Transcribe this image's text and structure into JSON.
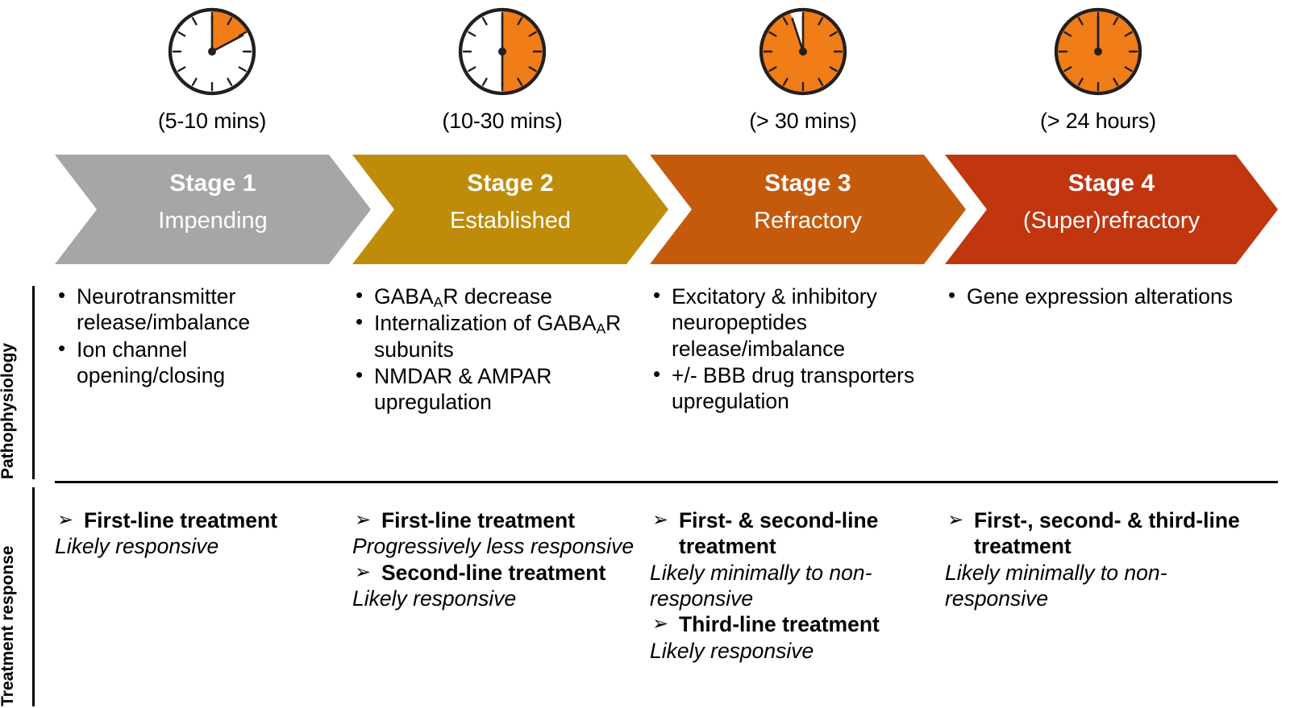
{
  "timeline": {
    "clocks": [
      {
        "icon": "clock-icon",
        "label": "(5-10 mins)",
        "fill_start_deg": 0,
        "fill_end_deg": 62,
        "hand_deg": 62,
        "fill_color": "#F07D18"
      },
      {
        "icon": "clock-icon",
        "label": "(10-30 mins)",
        "fill_start_deg": 0,
        "fill_end_deg": 180,
        "hand_deg": 180,
        "fill_color": "#F07D18"
      },
      {
        "icon": "clock-icon",
        "label": "(> 30 mins)",
        "fill_start_deg": 0,
        "fill_end_deg": 342,
        "hand_deg": 342,
        "fill_color": "#F07D18"
      },
      {
        "icon": "clock-icon",
        "label": "(> 24 hours)",
        "fill_start_deg": 0,
        "fill_end_deg": 360,
        "hand_deg": 360,
        "fill_color": "#F07D18"
      }
    ]
  },
  "stages": [
    {
      "title": "Stage 1",
      "subtitle": "Impending",
      "color": "#A6A6A6"
    },
    {
      "title": "Stage 2",
      "subtitle": "Established",
      "color": "#BF8C0A"
    },
    {
      "title": "Stage 3",
      "subtitle": "Refractory",
      "color": "#C55A0C"
    },
    {
      "title": "Stage 4",
      "subtitle": "(Super)refractory",
      "color": "#C1350F"
    }
  ],
  "row_labels": {
    "pathophysiology": "Pathophysiology",
    "treatment_response": "Treatment response"
  },
  "pathophysiology": [
    {
      "bullets": [
        {
          "parts": [
            {
              "t": "Neurotransmitter release/imbalance"
            }
          ]
        },
        {
          "parts": [
            {
              "t": "Ion channel opening/closing"
            }
          ]
        }
      ]
    },
    {
      "bullets": [
        {
          "parts": [
            {
              "t": "GABA"
            },
            {
              "t": "A",
              "sub": true
            },
            {
              "t": "R decrease"
            }
          ]
        },
        {
          "parts": [
            {
              "t": "Internalization of GABA"
            },
            {
              "t": "A",
              "sub": true
            },
            {
              "t": "R subunits"
            }
          ]
        },
        {
          "parts": [
            {
              "t": "NMDAR & AMPAR upregulation"
            }
          ]
        }
      ]
    },
    {
      "bullets": [
        {
          "parts": [
            {
              "t": "Excitatory & inhibitory neuropeptides release/imbalance"
            }
          ]
        },
        {
          "parts": [
            {
              "t": "+/- BBB drug transporters upregulation"
            }
          ]
        }
      ]
    },
    {
      "bullets": [
        {
          "parts": [
            {
              "t": "Gene expression alterations"
            }
          ]
        }
      ]
    }
  ],
  "treatment_response": [
    {
      "blocks": [
        {
          "arrow": "➢",
          "heading": "First-line treatment",
          "note": "Likely responsive"
        }
      ]
    },
    {
      "blocks": [
        {
          "arrow": "➢",
          "heading": "First-line treatment",
          "note": "Progressively less responsive"
        },
        {
          "arrow": "➢",
          "heading": "Second-line treatment",
          "note": "Likely responsive"
        }
      ]
    },
    {
      "blocks": [
        {
          "arrow": "➢",
          "heading": "First- & second-line treatment",
          "note": "Likely minimally to non-responsive"
        },
        {
          "arrow": "➢",
          "heading": "Third-line treatment",
          "note": "Likely responsive"
        }
      ]
    },
    {
      "blocks": [
        {
          "arrow": "➢",
          "heading": "First-, second- & third-line treatment",
          "note": "Likely minimally to non-responsive"
        }
      ]
    }
  ]
}
